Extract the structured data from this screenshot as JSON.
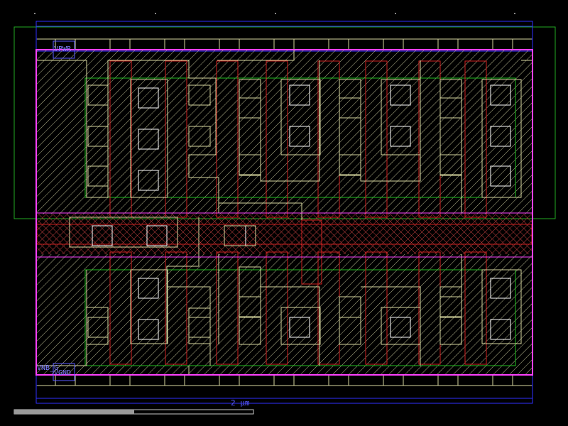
{
  "labels": {
    "vpwr": "VPWR",
    "vgnd": "VGND",
    "corner": "VNB_G"
  },
  "scale_bar": {
    "text": "2 µm",
    "fraction_filled": 0.5
  },
  "colors": {
    "background": "#000000",
    "nwell": "#22aa22",
    "diff": "#20c020",
    "poly": "#d02020",
    "li": "#d8d8a0",
    "contact": "#ffffff",
    "met1": "#3030ff",
    "boundary": "#ff40ff",
    "label": "#8080ff",
    "scale_fill": "#9a9a9a",
    "scale_outline": "#c8c8c8"
  }
}
